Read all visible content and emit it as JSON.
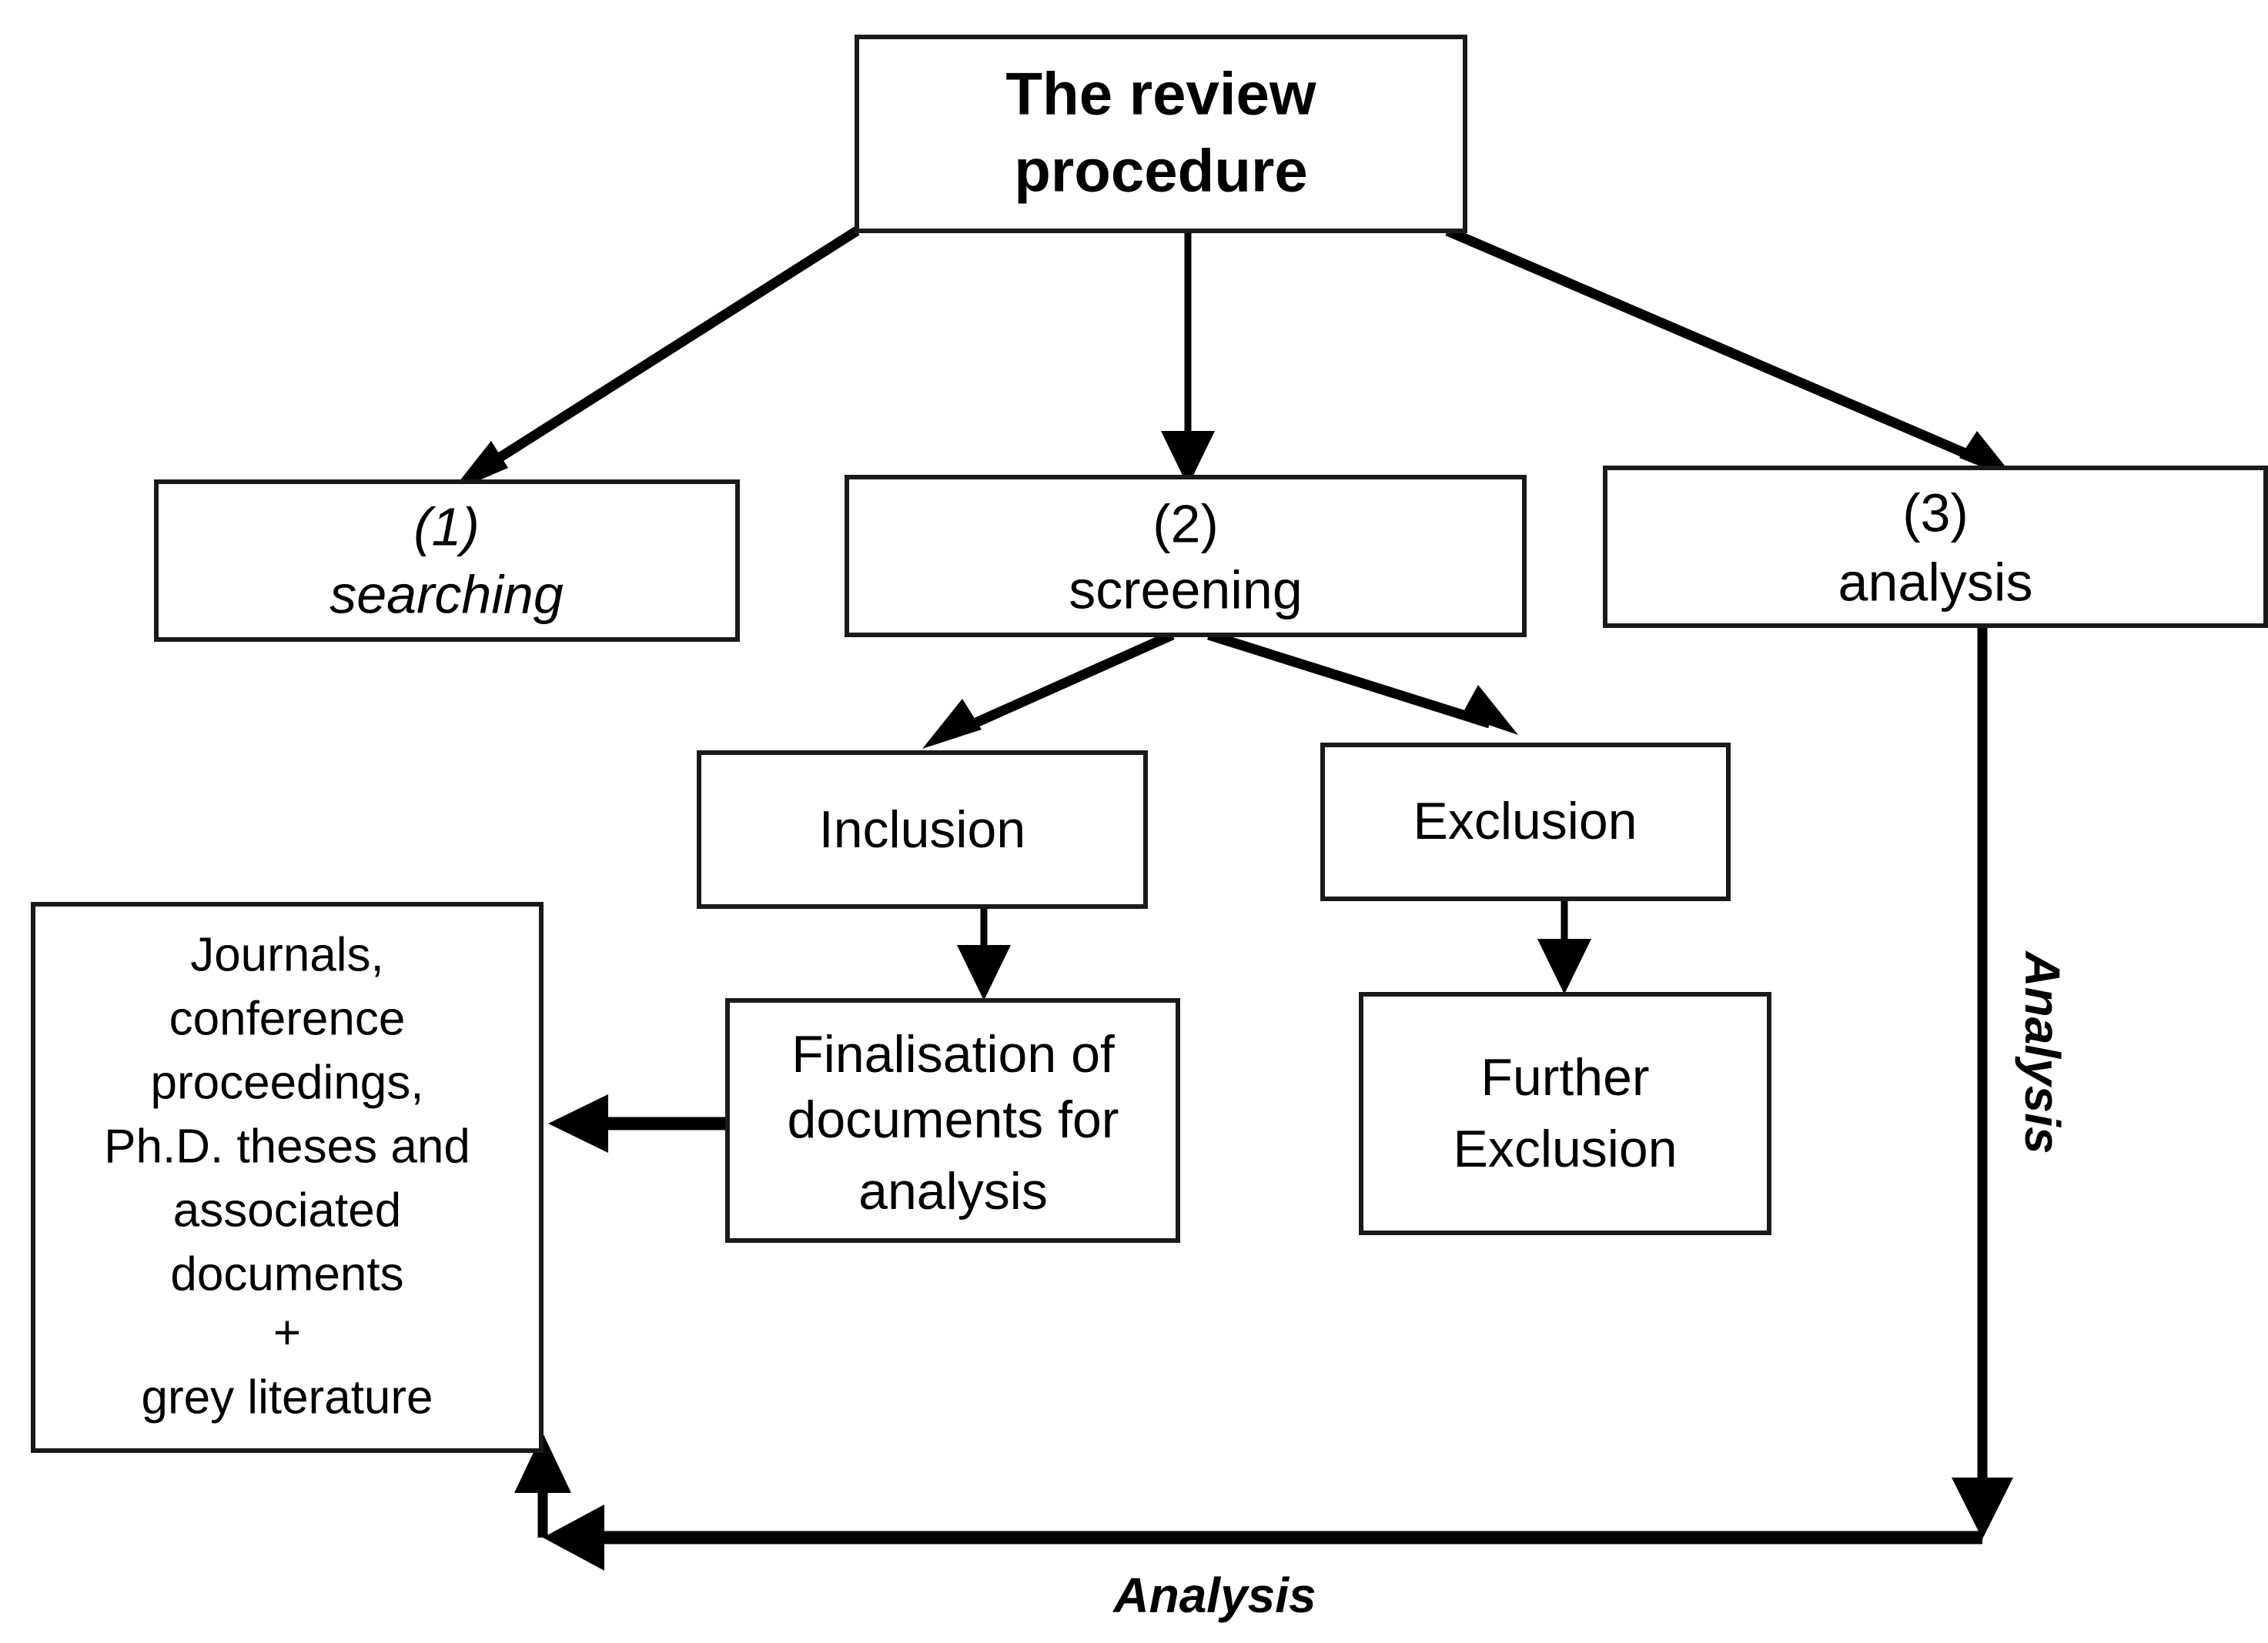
{
  "diagram": {
    "title": "The review procedure",
    "nodes": {
      "root": {
        "label": "The review procedure",
        "line1": "The review",
        "line2": "procedure"
      },
      "stage1": {
        "number": "(1)",
        "name": "searching"
      },
      "stage2": {
        "number": "(2)",
        "name": "screening"
      },
      "stage3": {
        "number": "(3)",
        "name": "analysis"
      },
      "inclusion": {
        "label": "Inclusion"
      },
      "exclusion": {
        "label": "Exclusion"
      },
      "finalisation": {
        "line1": "Finalisation  of",
        "line2": "documents for",
        "line3": "analysis"
      },
      "further_exclusion": {
        "line1": "Further",
        "line2": "Exclusion"
      },
      "sources": {
        "line1": "Journals,",
        "line2": "conference",
        "line3": "proceedings,",
        "line4": "Ph.D. theses and",
        "line5": "associated",
        "line6": "documents",
        "line7": "+",
        "line8": "grey literature"
      }
    },
    "edge_labels": {
      "vertical_analysis": "Analysis",
      "bottom_analysis": "Analysis"
    },
    "colors": {
      "stroke": "#1a1a1a",
      "arrow": "#000000",
      "background": "#ffffff",
      "text": "#000000"
    }
  }
}
